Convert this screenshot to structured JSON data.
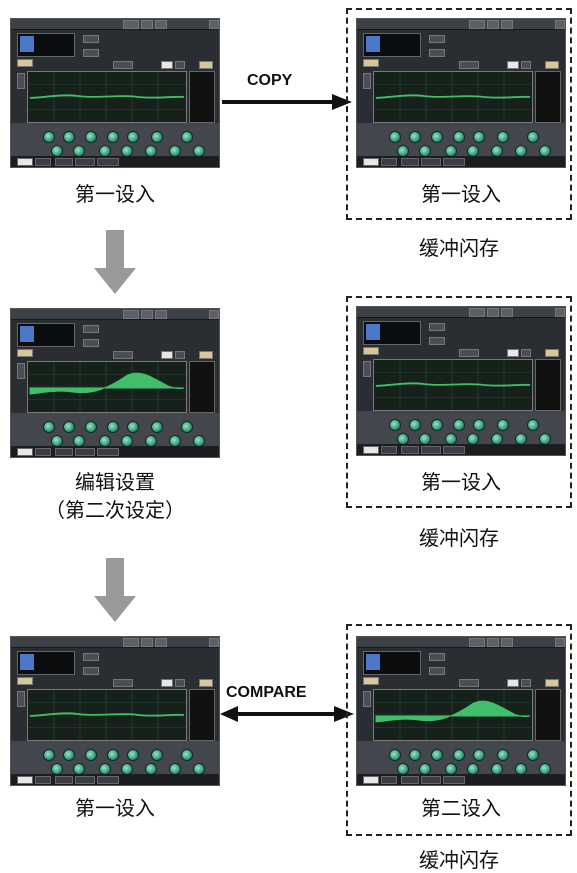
{
  "rows": [
    {
      "left": {
        "caption": "第一设入"
      },
      "right": {
        "caption": "第一设入",
        "buffer_label": "缓冲闪存"
      },
      "arrow": {
        "label": "COPY",
        "direction": "right"
      }
    },
    {
      "left": {
        "caption": "编辑设置",
        "caption2": "（第二次设定）"
      },
      "right": {
        "caption": "第一设入",
        "buffer_label": "缓冲闪存"
      }
    },
    {
      "left": {
        "caption": "第一设入"
      },
      "right": {
        "caption": "第二设入",
        "buffer_label": "缓冲闪存"
      },
      "arrow": {
        "label": "COMPARE",
        "direction": "both"
      }
    }
  ],
  "colors": {
    "down_arrow": "#9a9a9a",
    "eq_fill": "#3fbf6a",
    "ch_icon": "#4d78c7"
  },
  "icons": {
    "channel": "microphone-icon"
  }
}
